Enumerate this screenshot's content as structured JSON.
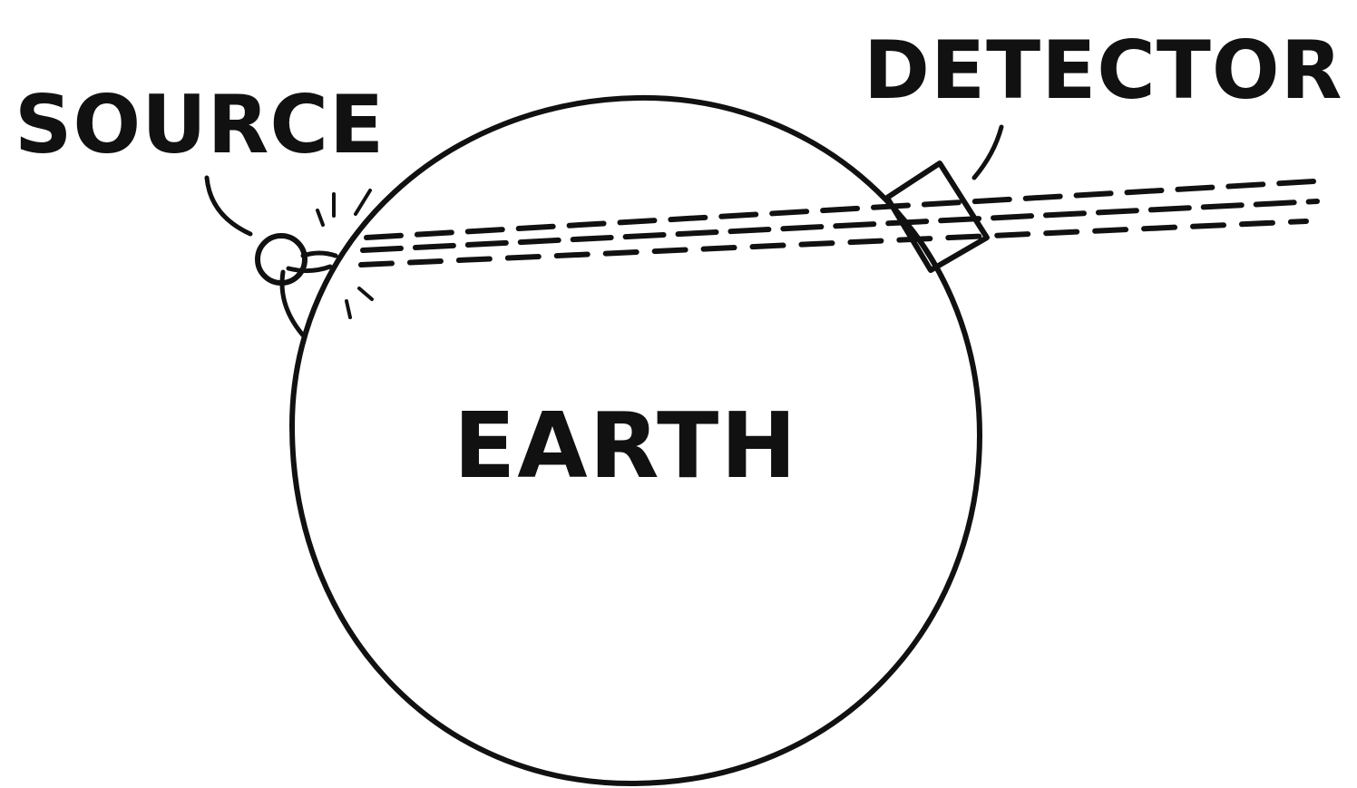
{
  "labels": {
    "source": "SOURCE",
    "detector": "DETECTOR",
    "earth": "EARTH"
  },
  "colors": {
    "ink": "#111111",
    "background": "#ffffff"
  }
}
